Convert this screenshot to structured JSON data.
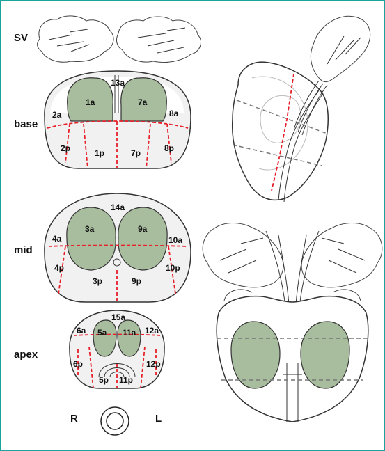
{
  "rows": {
    "sv": "SV",
    "base": "base",
    "mid": "mid",
    "apex": "apex"
  },
  "zones": {
    "base": [
      "13a",
      "1a",
      "7a",
      "2a",
      "8a",
      "2p",
      "1p",
      "7p",
      "8p"
    ],
    "mid": [
      "14a",
      "3a",
      "9a",
      "4a",
      "10a",
      "4p",
      "3p",
      "9p",
      "10p"
    ],
    "apex": [
      "15a",
      "5a",
      "11a",
      "6a",
      "12a",
      "6p",
      "5p",
      "11p",
      "12p"
    ]
  },
  "orientation": {
    "right": "R",
    "left": "L"
  },
  "colors": {
    "frame": "#1aa39a",
    "gland": "#a8bc9e",
    "division": "#e8202a"
  }
}
